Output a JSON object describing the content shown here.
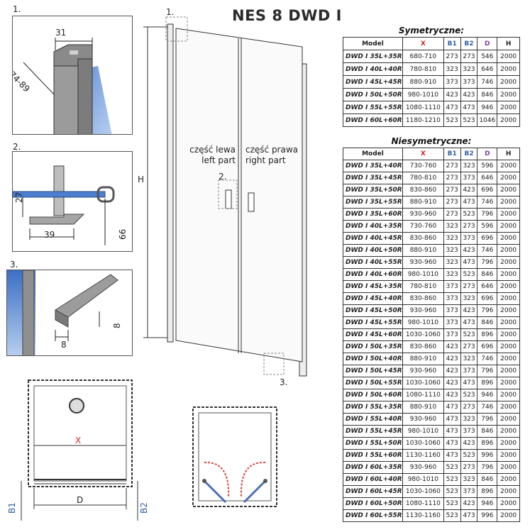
{
  "title": "NES 8 DWD I",
  "details": {
    "d1": {
      "marker": "1.",
      "dim_width": "31",
      "dim_range": "74-89"
    },
    "d2": {
      "marker": "2.",
      "dim_height": "27",
      "dim_width": "39",
      "dim_66": "66"
    },
    "d3": {
      "marker": "3.",
      "dim_height": "8",
      "dim_width": "8"
    }
  },
  "door": {
    "marker1": "1.",
    "marker2": "2.",
    "marker3": "3.",
    "left_pl": "część lewa",
    "left_en": "left part",
    "right_pl": "część prawa",
    "right_en": "right part",
    "height_label": "H"
  },
  "plan": {
    "x_label": "X",
    "d_label": "D",
    "b1_label": "B1",
    "b2_label": "B2"
  },
  "colors": {
    "x": "#d01f1f",
    "b": "#2d5fa8",
    "d": "#7b3fa6",
    "arrow": "#d9463a"
  },
  "table_sym": {
    "caption": "Symetryczne:",
    "headers": [
      "Model",
      "X",
      "B1",
      "B2",
      "D",
      "H"
    ],
    "rows": [
      [
        "DWD I 35L+35R",
        "680-710",
        "273",
        "273",
        "546",
        "2000"
      ],
      [
        "DWD I 40L+40R",
        "780-810",
        "323",
        "323",
        "646",
        "2000"
      ],
      [
        "DWD I 45L+45R",
        "880-910",
        "373",
        "373",
        "746",
        "2000"
      ],
      [
        "DWD I 50L+50R",
        "980-1010",
        "423",
        "423",
        "846",
        "2000"
      ],
      [
        "DWD I 55L+55R",
        "1080-1110",
        "473",
        "473",
        "946",
        "2000"
      ],
      [
        "DWD I 60L+60R",
        "1180-1210",
        "523",
        "523",
        "1046",
        "2000"
      ]
    ]
  },
  "table_asym": {
    "caption": "Niesymetryczne:",
    "headers": [
      "Model",
      "X",
      "B1",
      "B2",
      "D",
      "H"
    ],
    "rows": [
      [
        "DWD I 35L+40R",
        "730-760",
        "273",
        "323",
        "596",
        "2000"
      ],
      [
        "DWD I 35L+45R",
        "780-810",
        "273",
        "373",
        "646",
        "2000"
      ],
      [
        "DWD I 35L+50R",
        "830-860",
        "273",
        "423",
        "696",
        "2000"
      ],
      [
        "DWD I 35L+55R",
        "880-910",
        "273",
        "473",
        "746",
        "2000"
      ],
      [
        "DWD I 35L+60R",
        "930-960",
        "273",
        "523",
        "796",
        "2000"
      ],
      [
        "DWD I 40L+35R",
        "730-760",
        "323",
        "273",
        "596",
        "2000"
      ],
      [
        "DWD I 40L+45R",
        "830-860",
        "323",
        "373",
        "696",
        "2000"
      ],
      [
        "DWD I 40L+50R",
        "880-910",
        "323",
        "423",
        "746",
        "2000"
      ],
      [
        "DWD I 40L+55R",
        "930-960",
        "323",
        "473",
        "796",
        "2000"
      ],
      [
        "DWD I 40L+60R",
        "980-1010",
        "323",
        "523",
        "846",
        "2000"
      ],
      [
        "DWD I 45L+35R",
        "780-810",
        "373",
        "273",
        "646",
        "2000"
      ],
      [
        "DWD I 45L+40R",
        "830-860",
        "373",
        "323",
        "696",
        "2000"
      ],
      [
        "DWD I 45L+50R",
        "930-960",
        "373",
        "423",
        "796",
        "2000"
      ],
      [
        "DWD I 45L+55R",
        "980-1010",
        "373",
        "473",
        "846",
        "2000"
      ],
      [
        "DWD I 45L+60R",
        "1030-1060",
        "373",
        "523",
        "896",
        "2000"
      ],
      [
        "DWD I 50L+35R",
        "830-860",
        "423",
        "273",
        "696",
        "2000"
      ],
      [
        "DWD I 50L+40R",
        "880-910",
        "423",
        "323",
        "746",
        "2000"
      ],
      [
        "DWD I 50L+45R",
        "930-960",
        "423",
        "373",
        "796",
        "2000"
      ],
      [
        "DWD I 50L+55R",
        "1030-1060",
        "423",
        "473",
        "896",
        "2000"
      ],
      [
        "DWD I 50L+60R",
        "1080-1110",
        "423",
        "523",
        "946",
        "2000"
      ],
      [
        "DWD I 55L+35R",
        "880-910",
        "473",
        "273",
        "746",
        "2000"
      ],
      [
        "DWD I 55L+40R",
        "930-960",
        "473",
        "323",
        "796",
        "2000"
      ],
      [
        "DWD I 55L+45R",
        "980-1010",
        "473",
        "373",
        "846",
        "2000"
      ],
      [
        "DWD I 55L+50R",
        "1030-1060",
        "473",
        "423",
        "896",
        "2000"
      ],
      [
        "DWD I 55L+60R",
        "1130-1160",
        "473",
        "523",
        "996",
        "2000"
      ],
      [
        "DWD I 60L+35R",
        "930-960",
        "523",
        "273",
        "796",
        "2000"
      ],
      [
        "DWD I 60L+40R",
        "980-1010",
        "523",
        "323",
        "846",
        "2000"
      ],
      [
        "DWD I 60L+45R",
        "1030-1060",
        "523",
        "373",
        "896",
        "2000"
      ],
      [
        "DWD I 60L+50R",
        "1080-1110",
        "523",
        "423",
        "946",
        "2000"
      ],
      [
        "DWD I 60L+55R",
        "1130-1160",
        "523",
        "473",
        "996",
        "2000"
      ]
    ]
  }
}
